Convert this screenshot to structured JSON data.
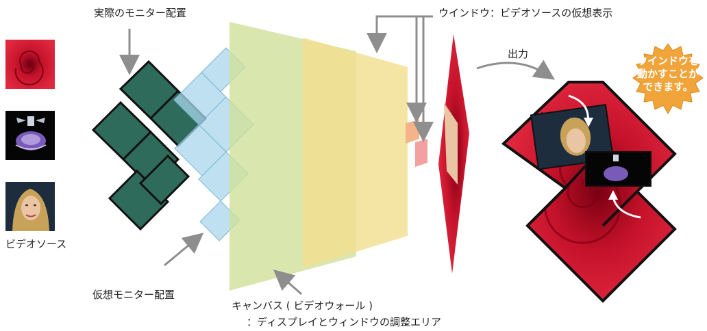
{
  "labels": {
    "physical_layout": "実際のモニター配置",
    "window_label": "ウインドウ：ビデオソースの仮想表示",
    "output": "出力",
    "video_source": "ビデオソース",
    "virtual_layout": "仮想モニター配置",
    "canvas_line1": "キャンバス ( ビデオウォール )",
    "canvas_line2": "：ディスプレイとウィンドウの調整エリア"
  },
  "badge": {
    "line1": "ウインドウを",
    "line2": "動かすことが",
    "line3": "できます。"
  },
  "sources": [
    {
      "name": "rose-thumbnail"
    },
    {
      "name": "perfume-bottle-thumbnail"
    },
    {
      "name": "woman-portrait-thumbnail"
    }
  ],
  "colors": {
    "monitor_green": "#2e6b5b",
    "virtual_blue": "#a9d6ec",
    "canvas_green": "#cfe19a",
    "canvas_yellow": "#f3df8e",
    "window_orange": "#f5b38a",
    "rose_red": "#c4122a",
    "badge_orange": "#f0a43a",
    "arrow_gray": "#8e8e8e"
  }
}
